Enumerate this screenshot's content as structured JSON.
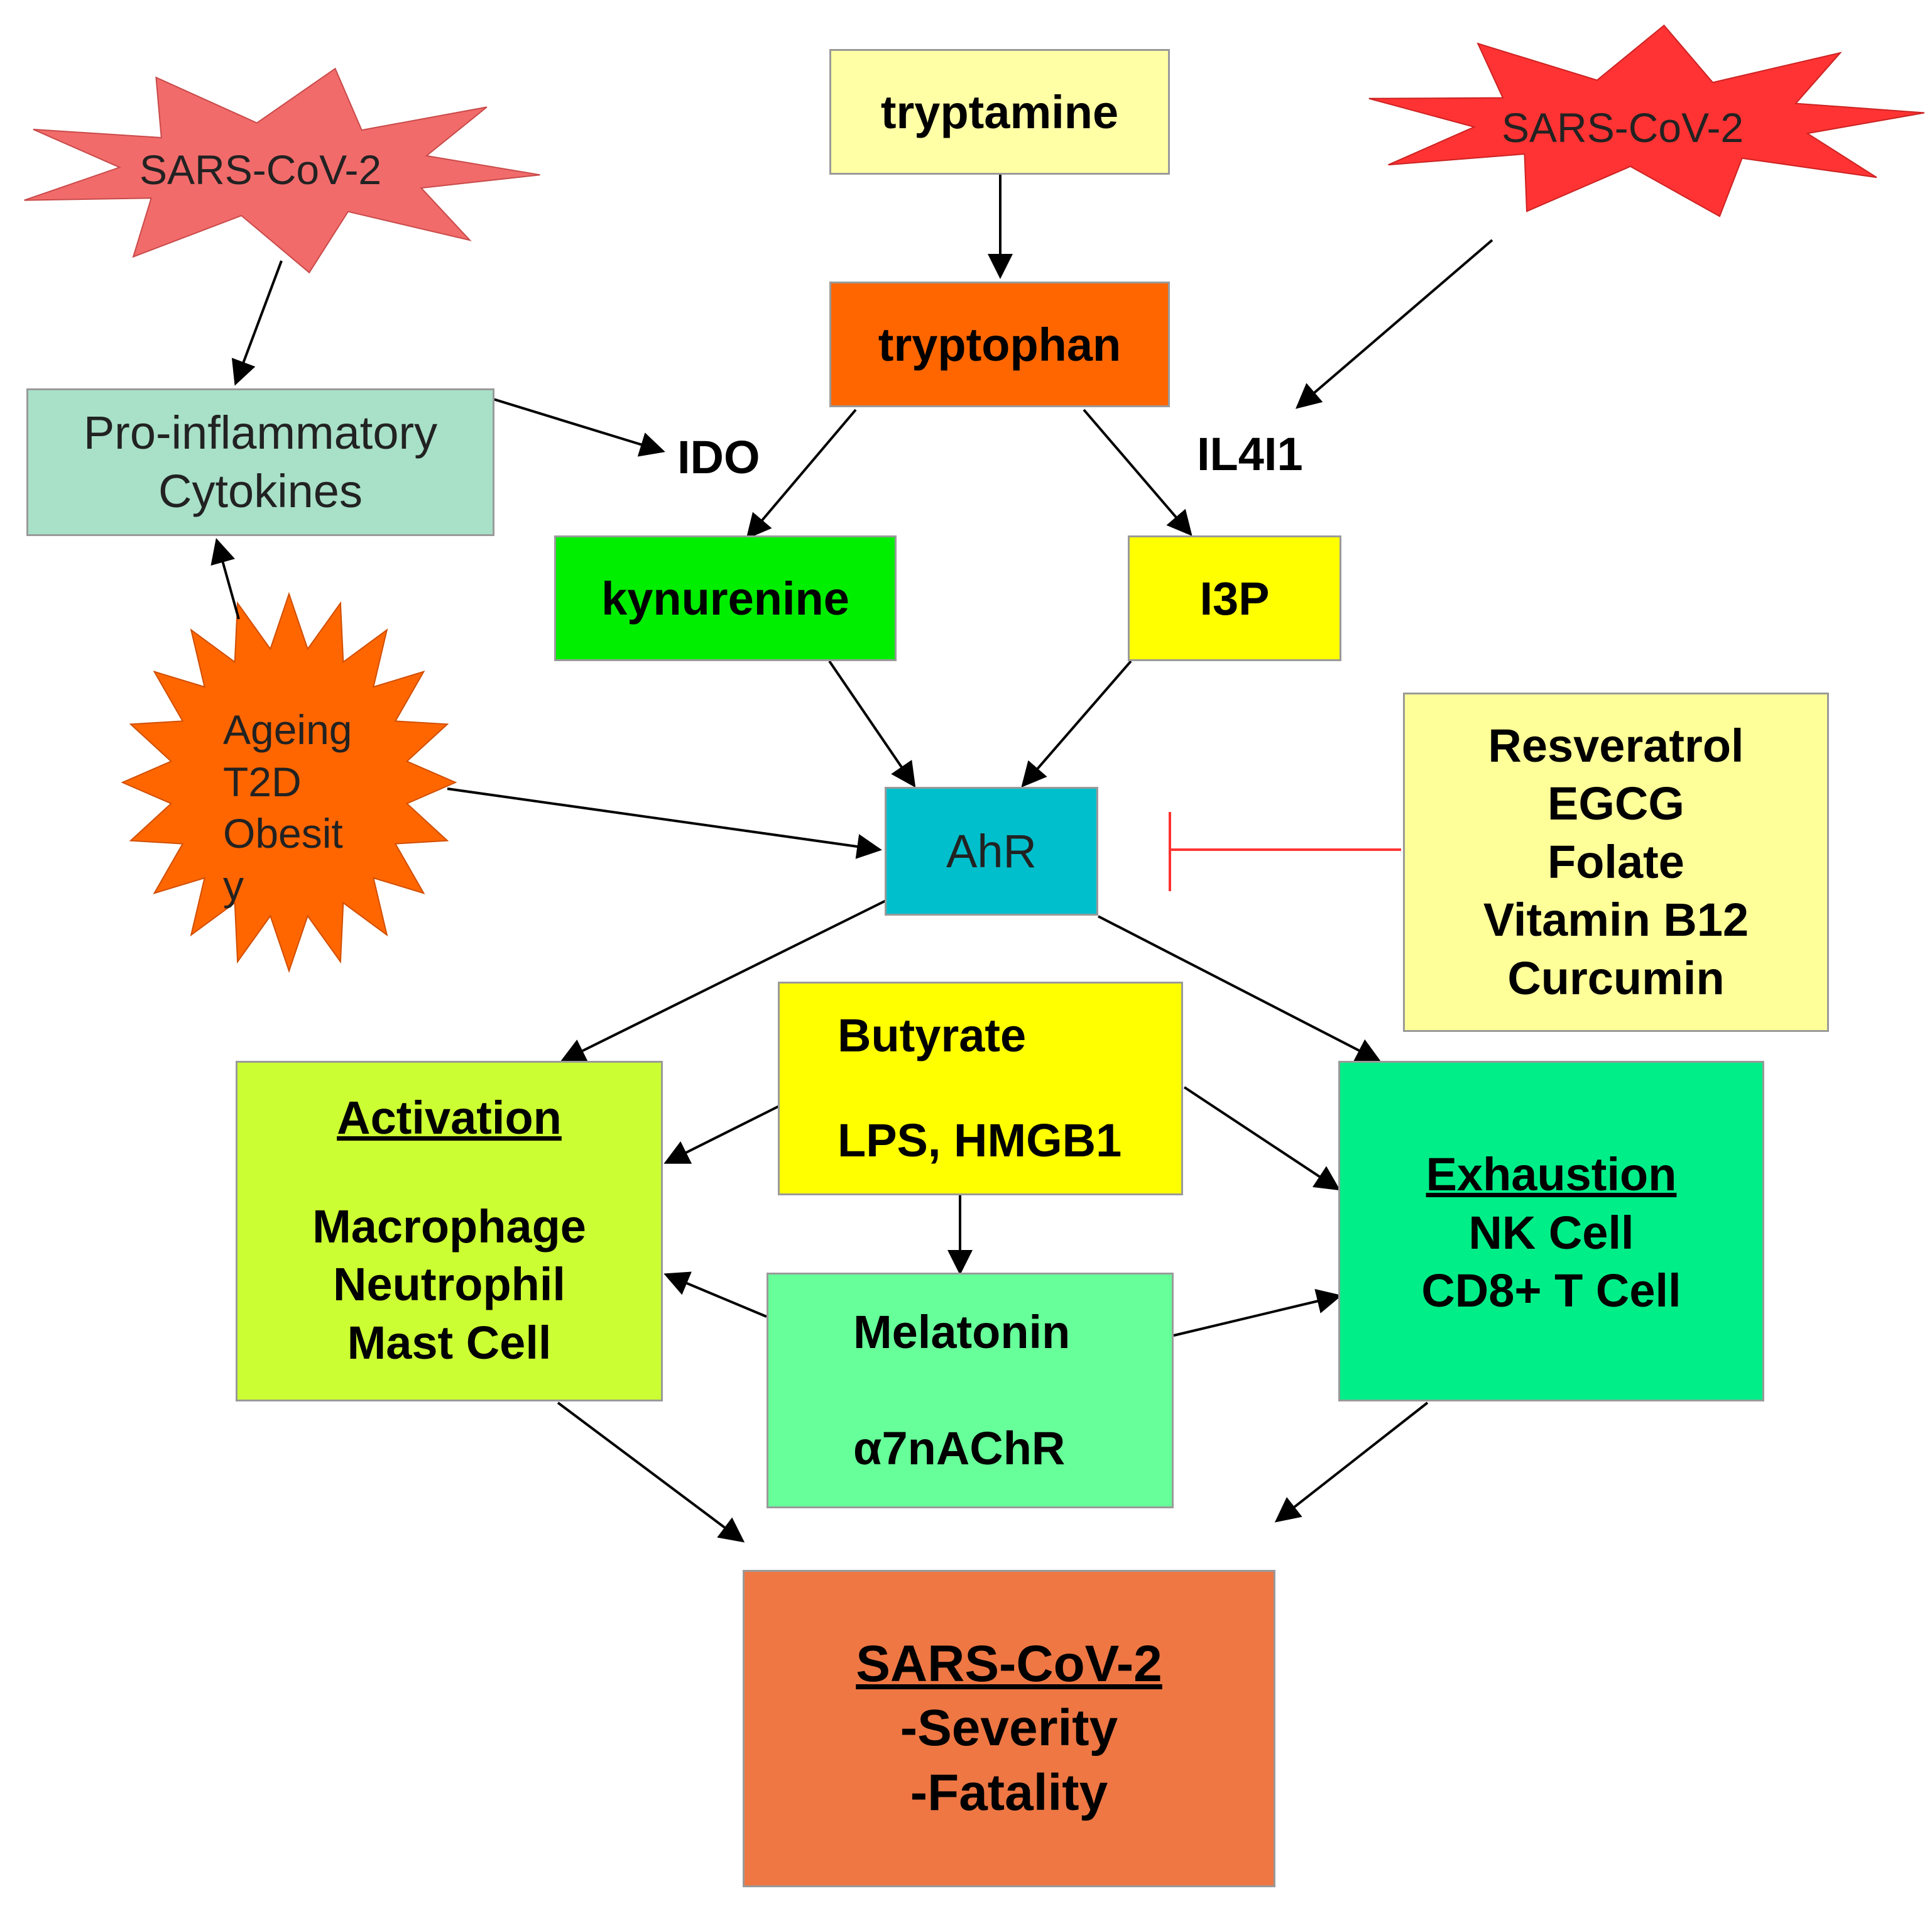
{
  "nodes": {
    "tryptamine": "tryptamine",
    "tryptophan": "tryptophan",
    "kynurenine": "kynurenine",
    "i3p": "I3P",
    "ahr": "AhR",
    "cytokines": [
      "Pro-inflammatory",
      "Cytokines"
    ],
    "inhibitors": [
      "Resveratrol",
      "EGCG",
      "Folate",
      "Vitamin B12",
      "Curcumin"
    ],
    "butyrate": "Butyrate",
    "lps": "LPS, HMGB1",
    "melatonin": "Melatonin",
    "a7nachr": "α7nAChR",
    "activation": {
      "title": "Activation",
      "items": [
        "Macrophage",
        "Neutrophil",
        "Mast Cell"
      ]
    },
    "exhaustion": {
      "title": "Exhaustion",
      "items": [
        "NK Cell",
        "CD8+ T Cell"
      ]
    },
    "outcome": {
      "title": "SARS-CoV-2",
      "items": [
        "-Severity",
        "-Fatality"
      ]
    }
  },
  "bursts": {
    "sars_left": "SARS-CoV-2",
    "sars_right": "SARS-CoV-2",
    "risk": [
      "Ageing",
      "T2D",
      "Obesit",
      "y"
    ]
  },
  "enzymes": {
    "ido": "IDO",
    "il4i1": "IL4I1"
  },
  "colors": {
    "tryptamine": "#FFFFA6",
    "tryptophan": "#FF6600",
    "kynurenine": "#00EE00",
    "i3p": "#FFFF00",
    "ahr": "#00BFCC",
    "cytokines": "#A8E0C8",
    "inhibitors": "#FFFF99",
    "butyrate": "#FFFF00",
    "melatonin": "#66FF99",
    "activation": "#CCFF33",
    "exhaustion": "#00EE88",
    "outcome": "#EE7744",
    "sars_left_burst": "#F26B6B",
    "sars_right_burst": "#FF3333",
    "risk_burst": "#FF6600",
    "inhibition_line": "#FF3333"
  }
}
